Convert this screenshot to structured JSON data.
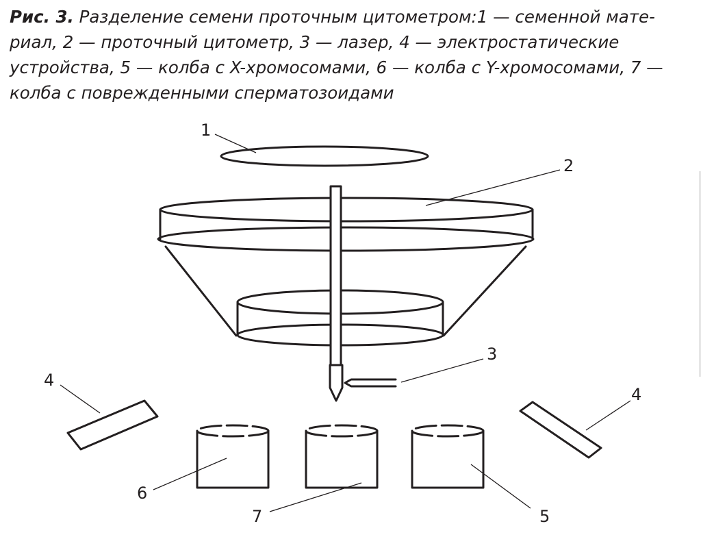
{
  "caption": {
    "lead": "Рис. 3.",
    "body": " Разделение семени проточным цитометром:1 — семенной мате-риал, 2 — проточный цитометр, 3 — лазер, 4 — электростатические устройства, 5 — колба с X-хромосомами, 6 — колба с Y-хромосомами, 7 — колба с поврежденными сперматозоидами"
  },
  "labels": {
    "l1": "1",
    "l2": "2",
    "l3": "3",
    "l4_left": "4",
    "l4_right": "4",
    "l5": "5",
    "l6": "6",
    "l7": "7"
  }
}
